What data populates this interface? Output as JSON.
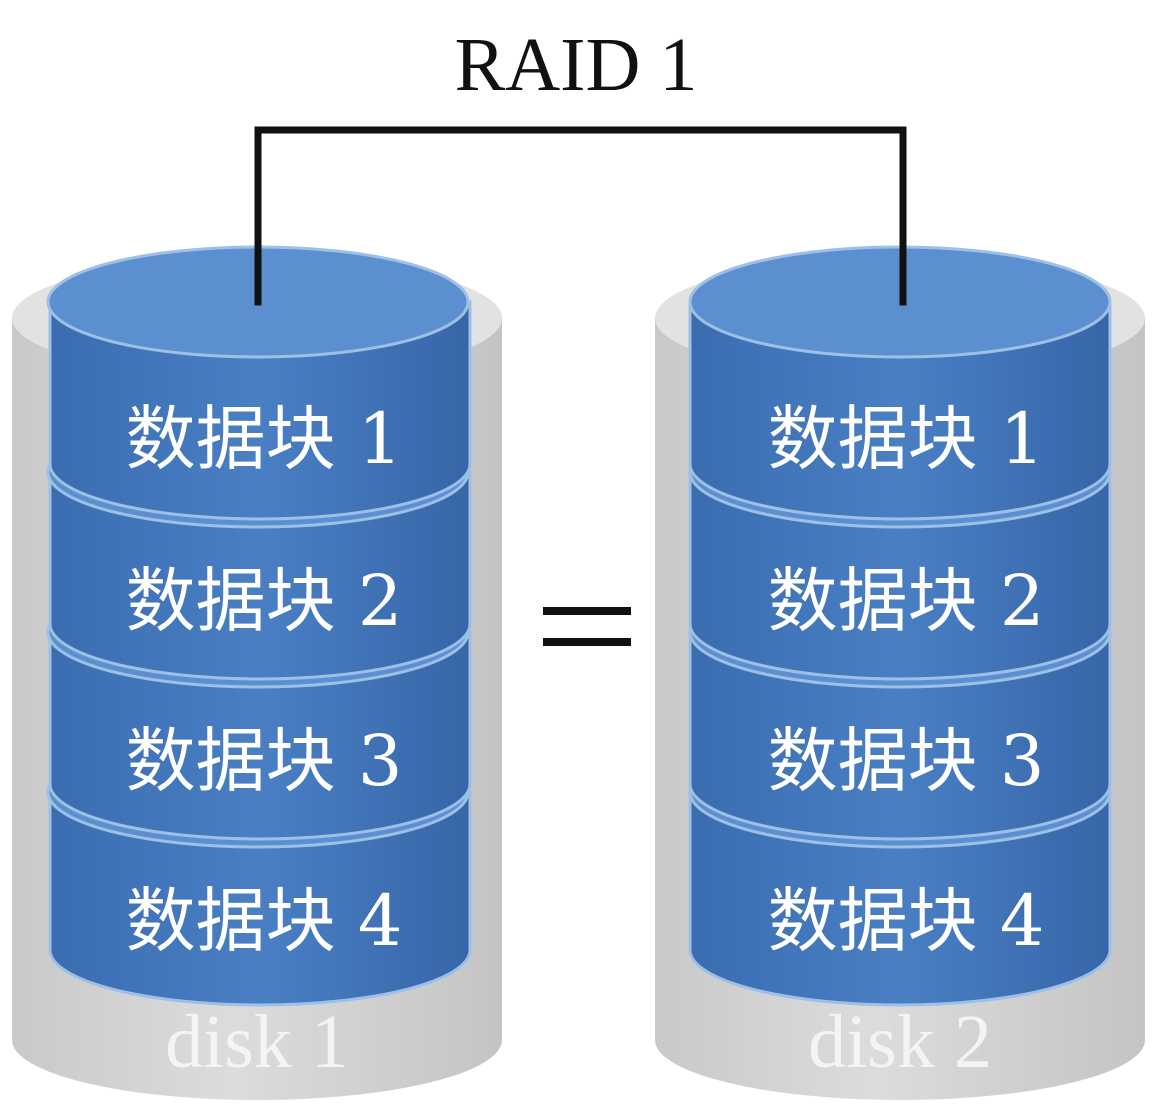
{
  "title": "RAID 1",
  "relation_symbol": "=",
  "disks": [
    {
      "label": "disk 1",
      "blocks": [
        "数据块 1",
        "数据块 2",
        "数据块 3",
        "数据块 4"
      ]
    },
    {
      "label": "disk 2",
      "blocks": [
        "数据块 1",
        "数据块 2",
        "数据块 3",
        "数据块 4"
      ]
    }
  ],
  "colors": {
    "block_fill": "#3f73b8",
    "block_top": "#5b8fd0",
    "block_edge": "#9fc0e6",
    "enclosure": "#d6d6d6",
    "enclosure_dark": "#c7c7c7",
    "line": "#111111"
  }
}
